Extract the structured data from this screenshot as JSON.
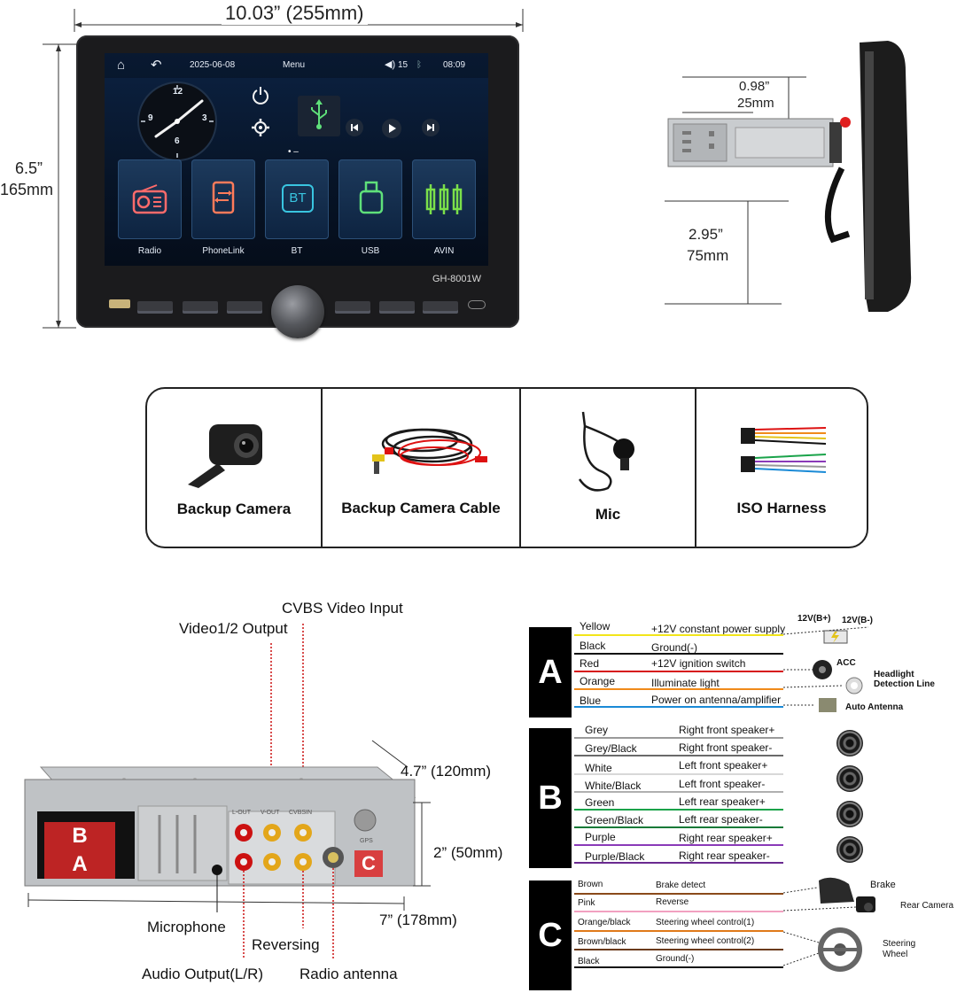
{
  "dimensions": {
    "width": "10.03” (255mm)",
    "height_in": "6.5”",
    "height_mm": "165mm",
    "depth_top_in": "0.98”",
    "depth_top_mm": "25mm",
    "depth_bottom_in": "2.95”",
    "depth_bottom_mm": "75mm"
  },
  "screen": {
    "date": "2025-06-08",
    "menu": "Menu",
    "volume": "15",
    "time": "08:09",
    "clock_numbers": [
      "12",
      "3",
      "6",
      "9"
    ],
    "pager": "• –",
    "tiles": [
      {
        "label": "Radio",
        "color": "#ff6b6b"
      },
      {
        "label": "PhoneLink",
        "color": "#ff7b5a"
      },
      {
        "label": "BT",
        "color": "#39c5e0"
      },
      {
        "label": "USB",
        "color": "#5fe07a"
      },
      {
        "label": "AVIN",
        "color": "#7be04a"
      }
    ],
    "bt_text": "BT",
    "model": "GH-8001W"
  },
  "accessories": [
    {
      "label": "Backup Camera"
    },
    {
      "label": "Backup Camera Cable"
    },
    {
      "label": "Mic"
    },
    {
      "label": "ISO Harness"
    }
  ],
  "rear_panel": {
    "cvbs": "CVBS Video Input",
    "video_out": "Video1/2 Output",
    "depth": "4.7” (120mm)",
    "height": "2” (50mm)",
    "width": "7” (178mm)",
    "microphone": "Microphone",
    "reversing": "Reversing",
    "audio_out": "Audio Output(L/R)",
    "radio_antenna": "Radio antenna",
    "block_a": "A",
    "block_b": "B",
    "block_c": "C",
    "port_labels": [
      "L-OUT",
      "V-OUT",
      "CVBSIN",
      "GPS"
    ]
  },
  "wiring": {
    "group_a": {
      "letter": "A",
      "rows": [
        {
          "color_name": "Yellow",
          "function": "+12V constant power supply",
          "hex": "#f2e51a"
        },
        {
          "color_name": "Black",
          "function": "Ground(-)",
          "hex": "#111111"
        },
        {
          "color_name": "Red",
          "function": "+12V ignition switch",
          "hex": "#d6141a"
        },
        {
          "color_name": "Orange",
          "function": "Illuminate light",
          "hex": "#f08a1a"
        },
        {
          "color_name": "Blue",
          "function": "Power on antenna/amplifier",
          "hex": "#1a8ad6"
        }
      ],
      "notes": {
        "b_plus": "12V(B+)",
        "b_minus": "12V(B-)",
        "acc": "ACC",
        "headlight": "Headlight Detection Line",
        "auto_antenna": "Auto Antenna"
      }
    },
    "group_b": {
      "letter": "B",
      "rows": [
        {
          "color_name": "Grey",
          "function": "Right front speaker+",
          "hex": "#9a9a9a"
        },
        {
          "color_name": "Grey/Black",
          "function": "Right front speaker-",
          "hex": "#6a6a6a"
        },
        {
          "color_name": "White",
          "function": "Left front speaker+",
          "hex": "#d8d8d8"
        },
        {
          "color_name": "White/Black",
          "function": "Left front speaker-",
          "hex": "#b0b0b0"
        },
        {
          "color_name": "Green",
          "function": "Left rear speaker+",
          "hex": "#1aa34a"
        },
        {
          "color_name": "Green/Black",
          "function": "Left rear speaker-",
          "hex": "#137a37"
        },
        {
          "color_name": "Purple",
          "function": "Right rear speaker+",
          "hex": "#8a3ab8"
        },
        {
          "color_name": "Purple/Black",
          "function": "Right rear speaker-",
          "hex": "#6a2a90"
        }
      ]
    },
    "group_c": {
      "letter": "C",
      "rows": [
        {
          "color_name": "Brown",
          "function": "Brake detect",
          "hex": "#8a4a1a"
        },
        {
          "color_name": "Pink",
          "function": "Reverse",
          "hex": "#f2a0c0"
        },
        {
          "color_name": "Orange/black",
          "function": "Steering wheel control(1)",
          "hex": "#e07a1a"
        },
        {
          "color_name": "Brown/black",
          "function": "Steering wheel control(2)",
          "hex": "#6a3a1a"
        },
        {
          "color_name": "Black",
          "function": "Ground(-)",
          "hex": "#111111"
        }
      ],
      "notes": {
        "brake": "Brake",
        "rear_camera": "Rear Camera",
        "steering": "Steering Wheel"
      }
    }
  }
}
